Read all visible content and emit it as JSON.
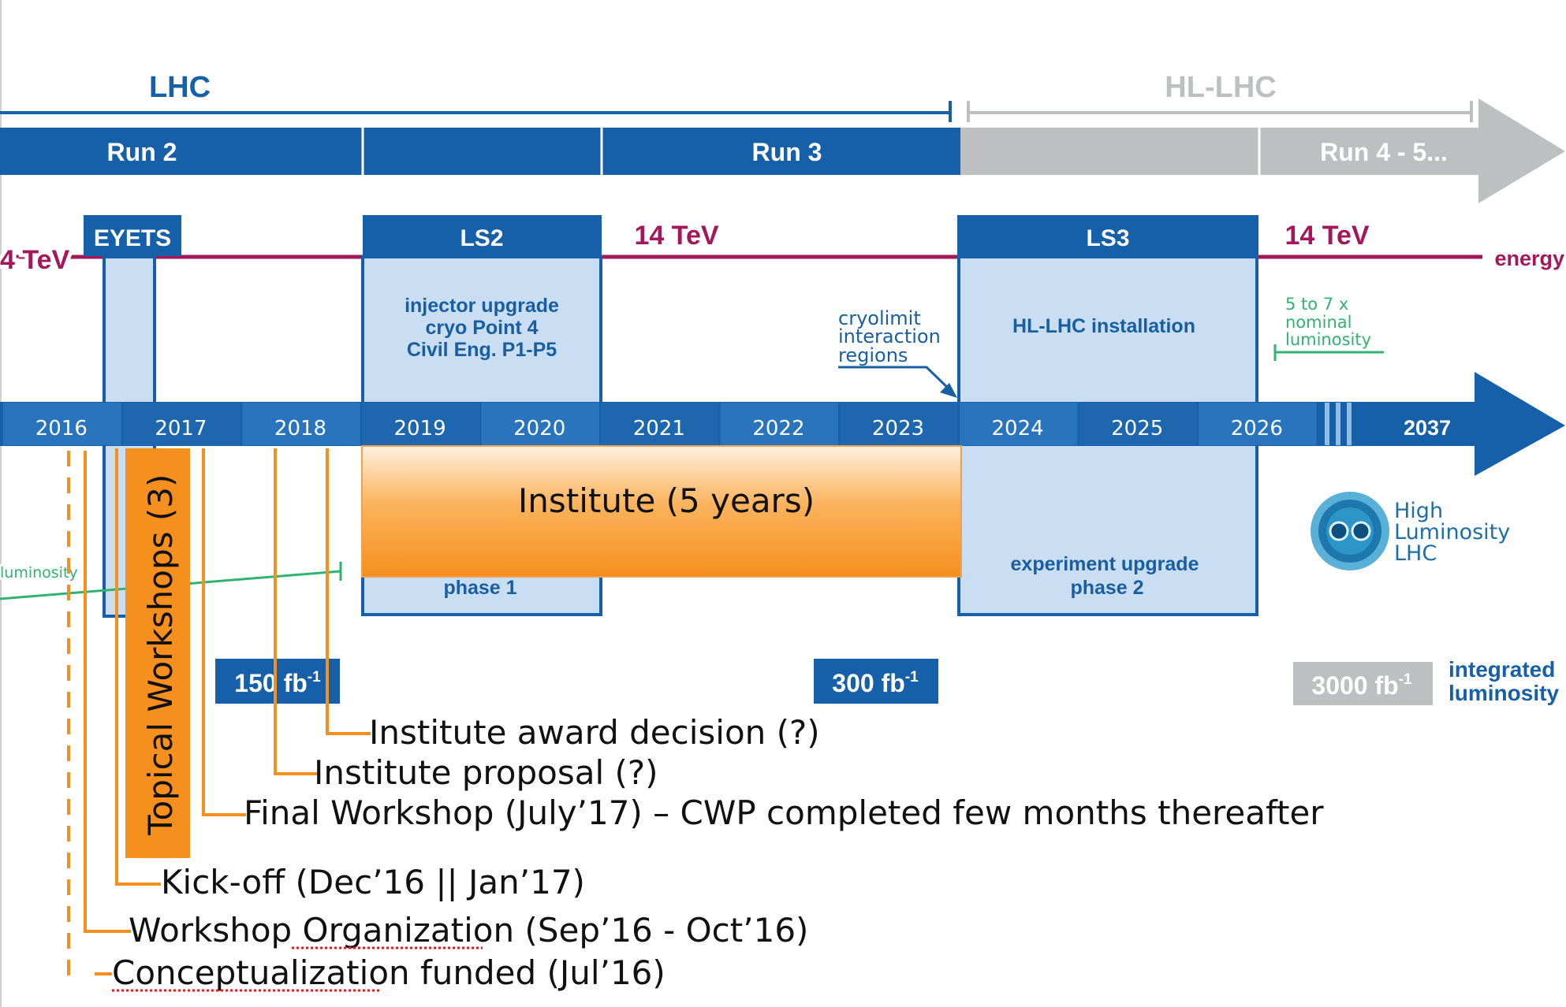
{
  "colors": {
    "dark_blue": "#1560a8",
    "mid_blue": "#2a74bd",
    "light_blue_fill": "#c9def3",
    "grey": "#bdbfc1",
    "energy_line": "#a4185b",
    "lumi_line": "#2fb36f",
    "orange": "#f58f1e",
    "orange_light": "#fbb35c",
    "spell_underline": "#d62020"
  },
  "phases": {
    "lhc": "LHC",
    "hl_lhc": "HL-LHC"
  },
  "runs": {
    "run2": "Run 2",
    "run3": "Run 3",
    "run45": "Run 4 - 5..."
  },
  "shutdowns": {
    "eyets": "EYETS",
    "ls2": "LS2",
    "ls3": "LS3"
  },
  "energy": {
    "e1": "4 TeV",
    "e2": "14 TeV",
    "e3": "14 TeV",
    "label": "energy"
  },
  "ls2_work": {
    "line1": "injector upgrade",
    "line2": "cryo Point 4",
    "line3": "Civil Eng. P1-P5",
    "phase": "phase 1"
  },
  "ls3_work": {
    "title": "HL-LHC installation",
    "phase_line1": "experiment upgrade",
    "phase_line2": "phase 2"
  },
  "cryo": {
    "line1": "cryolimit",
    "line2": "interaction",
    "line3": "regions"
  },
  "nominal": {
    "line1": "5 to 7 x",
    "line2": "nominal",
    "line3": "luminosity"
  },
  "luminosity_label": "luminosity",
  "years": [
    "2016",
    "2017",
    "2018",
    "2019",
    "2020",
    "2021",
    "2022",
    "2023",
    "2024",
    "2025",
    "2026",
    "2037"
  ],
  "integrated": {
    "l1_base": "150 fb",
    "l2_base": "300 fb",
    "l3_base": "3000 fb",
    "sup": "-1",
    "label1": "integrated",
    "label2": "luminosity"
  },
  "logo": {
    "line1": "High",
    "line2": "Luminosity",
    "line3": "LHC"
  },
  "institute": "Institute (5 years)",
  "topical": "Topical Workshops (3)",
  "milestones": {
    "award": "Institute award decision (?)",
    "proposal": "Institute proposal (?)",
    "final": "Final Workshop (July’17) – CWP completed few months thereafter",
    "kickoff": "Kick-off (Dec’16 || Jan’17)",
    "org_word": "Workshop Organization",
    "org_rest": " (Sep’16 - Oct’16)",
    "concept_word": "Conceptualization",
    "concept_rest": " funded (Jul’16)"
  }
}
